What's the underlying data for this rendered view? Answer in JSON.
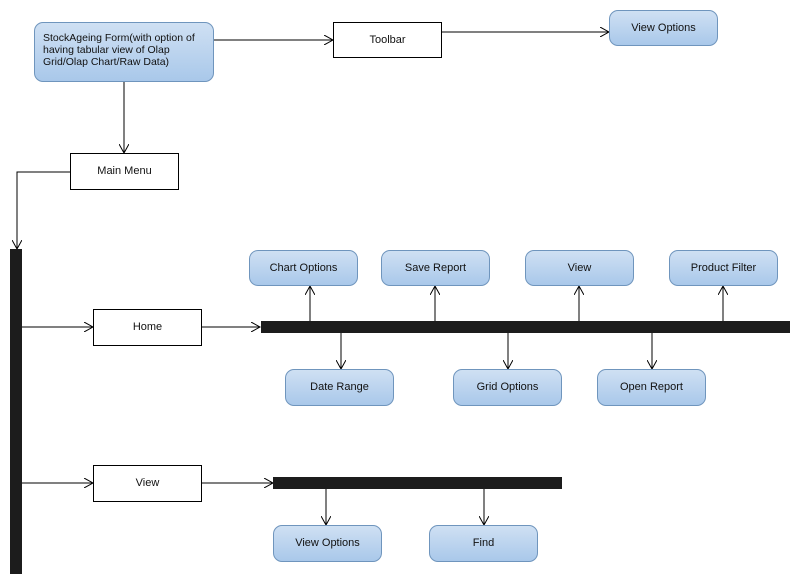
{
  "main_node": {
    "label": "StockAgeing Form(with option of having tabular view of Olap Grid/Olap Chart/Raw Data)"
  },
  "toolbar": {
    "label": "Toolbar",
    "view_options": "View Options"
  },
  "main_menu": {
    "label": "Main Menu"
  },
  "home": {
    "label": "Home",
    "top_items": [
      "Chart Options",
      "Save Report",
      "View",
      "Product Filter"
    ],
    "bottom_items": [
      "Date Range",
      "Grid Options",
      "Open Report"
    ]
  },
  "view": {
    "label": "View",
    "items": [
      "View Options",
      "Find"
    ]
  },
  "colors": {
    "node_fill_top": "#cfe0f3",
    "node_fill_bottom": "#a9c8ea",
    "node_border": "#6f95bd",
    "bar": "#1c1c1c"
  }
}
